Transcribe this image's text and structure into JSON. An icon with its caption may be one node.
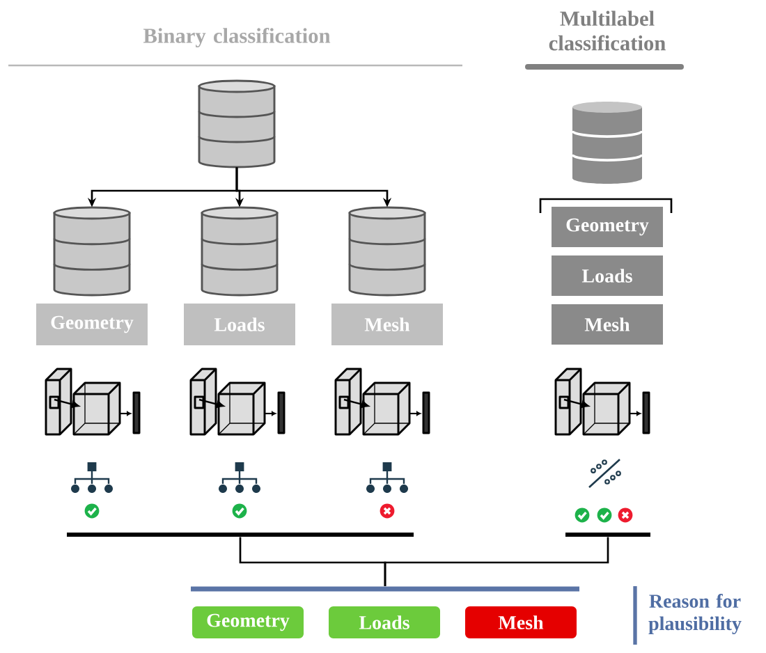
{
  "diagram": {
    "nodes": [
      {
        "text": [],
        "shape": "cylinder"
      },
      {
        "text": [],
        "shape": "cylinder"
      },
      {
        "text": [],
        "shape": "cylinder"
      },
      {
        "text": [],
        "shape": "cylinder"
      },
      {
        "text": [
          "Geometry"
        ]
      },
      {
        "text": [
          "Loads"
        ]
      },
      {
        "text": [
          "Mesh"
        ]
      },
      {
        "text": [],
        "shape": "cylinder"
      },
      {
        "text": [
          "Geometry"
        ]
      },
      {
        "text": [
          "Loads"
        ]
      },
      {
        "text": [
          "Mesh"
        ]
      },
      {
        "text": [],
        "shape": "bar"
      },
      {
        "text": [],
        "shape": "bar"
      },
      {
        "text": [],
        "shape": "bar"
      },
      {
        "text": [
          "Geometry"
        ]
      },
      {
        "text": [
          "Loads"
        ]
      },
      {
        "text": [
          "Mesh"
        ]
      }
    ],
    "edges": [
      {
        "from": 0,
        "to": 1,
        "arrow": "to"
      },
      {
        "from": 0,
        "to": 2,
        "arrow": "to"
      },
      {
        "from": 0,
        "to": 3,
        "arrow": "to"
      },
      {
        "from": 11,
        "to": 13,
        "arrow": "none"
      },
      {
        "from": 12,
        "to": 13,
        "arrow": "none"
      }
    ],
    "labels": [
      "Binary classification",
      "Multilabel classification",
      "Reason for plausibility"
    ]
  }
}
